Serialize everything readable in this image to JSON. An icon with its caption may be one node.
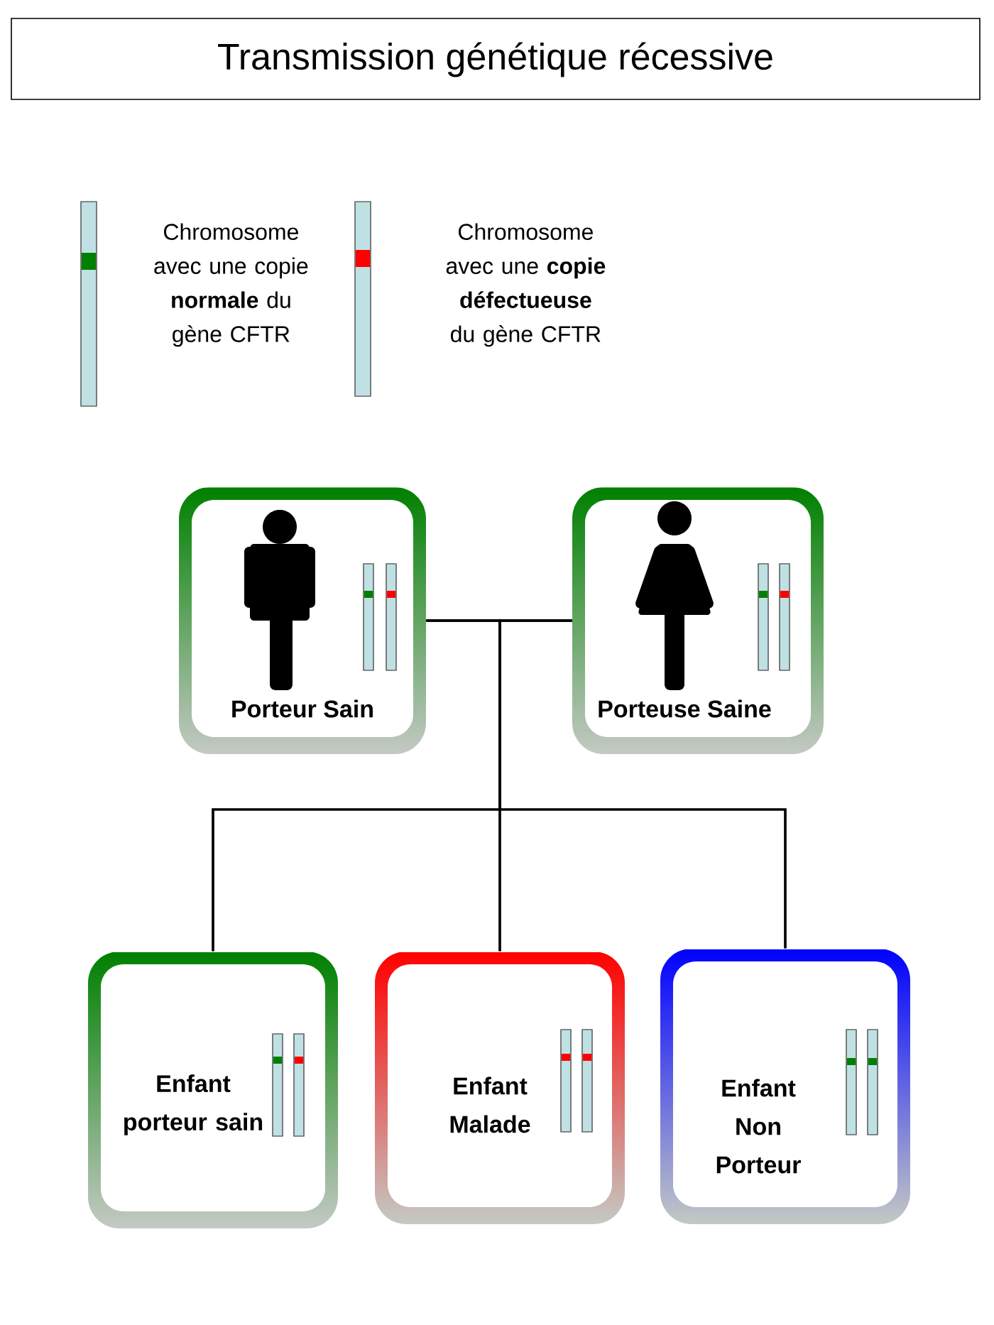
{
  "diagram": {
    "title": "Transmission génétique récessive",
    "nodes": [
      {
        "text": [
          "Porteur Sain"
        ]
      },
      {
        "text": [
          "Porteuse Saine"
        ]
      },
      {
        "text": [
          "Enfant porteur sain"
        ]
      },
      {
        "text": [
          "Enfant Malade"
        ]
      },
      {
        "text": [
          "Enfant Non Porteur"
        ]
      }
    ],
    "edges": [
      {
        "from": 0,
        "to": 1,
        "arrow": "none"
      },
      {
        "from": 0,
        "to": 2,
        "arrow": "none"
      },
      {
        "from": 0,
        "to": 3,
        "arrow": "none"
      },
      {
        "from": 0,
        "to": 4,
        "arrow": "none"
      },
      {
        "from": 1,
        "to": 2,
        "arrow": "none"
      },
      {
        "from": 1,
        "to": 3,
        "arrow": "none"
      },
      {
        "from": 1,
        "to": 4,
        "arrow": "none"
      }
    ],
    "legend": [
      {
        "text": "Chromosome avec une copie **normale** du gène CFTR"
      },
      {
        "text": "Chromosome avec une **copie défectueuse** du gène CFTR"
      }
    ]
  }
}
